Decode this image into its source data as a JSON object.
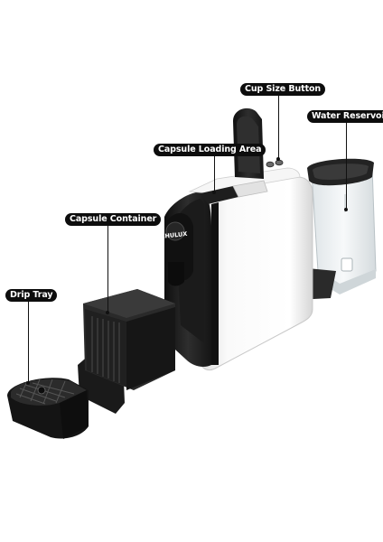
{
  "brand": {
    "logo_text": "CHULUX"
  },
  "callouts": {
    "cup_size_button": "Cup Size Button",
    "water_reservoir": "Water Reservoir",
    "capsule_loading_area": "Capsule Loading Area",
    "capsule_container": "Capsule Container",
    "drip_tray": "Drip Tray"
  },
  "colors": {
    "background": "#ffffff",
    "machine_body": "#f2f2f2",
    "machine_dark": "#1f1f1f",
    "tank_clear": "#e9eef0",
    "label_bg": "#0d0d0d",
    "label_text": "#ffffff"
  }
}
